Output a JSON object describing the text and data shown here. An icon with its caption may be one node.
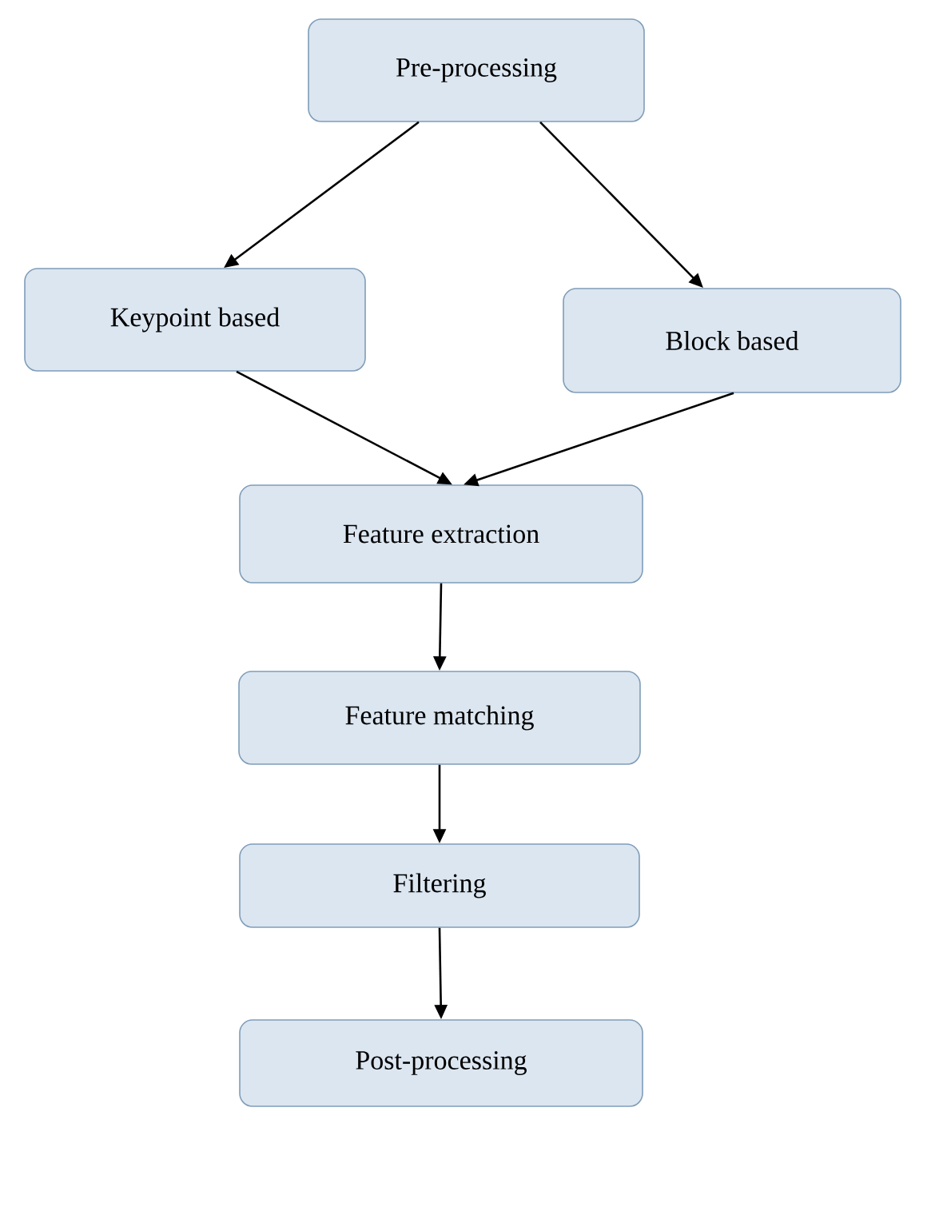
{
  "diagram": {
    "nodes": [
      {
        "text": [
          "Pre-processing"
        ]
      },
      {
        "text": [
          "Keypoint based"
        ]
      },
      {
        "text": [
          "Block based"
        ]
      },
      {
        "text": [
          "Feature extraction"
        ]
      },
      {
        "text": [
          "Feature matching"
        ]
      },
      {
        "text": [
          "Filtering"
        ]
      },
      {
        "text": [
          "Post-processing"
        ]
      }
    ],
    "edges": [
      {
        "from": 0,
        "to": 1,
        "arrow": "to"
      },
      {
        "from": 0,
        "to": 2,
        "arrow": "to"
      },
      {
        "from": 1,
        "to": 3,
        "arrow": "to"
      },
      {
        "from": 2,
        "to": 3,
        "arrow": "to"
      },
      {
        "from": 3,
        "to": 4,
        "arrow": "to"
      },
      {
        "from": 4,
        "to": 5,
        "arrow": "to"
      },
      {
        "from": 5,
        "to": 6,
        "arrow": "to"
      }
    ]
  }
}
